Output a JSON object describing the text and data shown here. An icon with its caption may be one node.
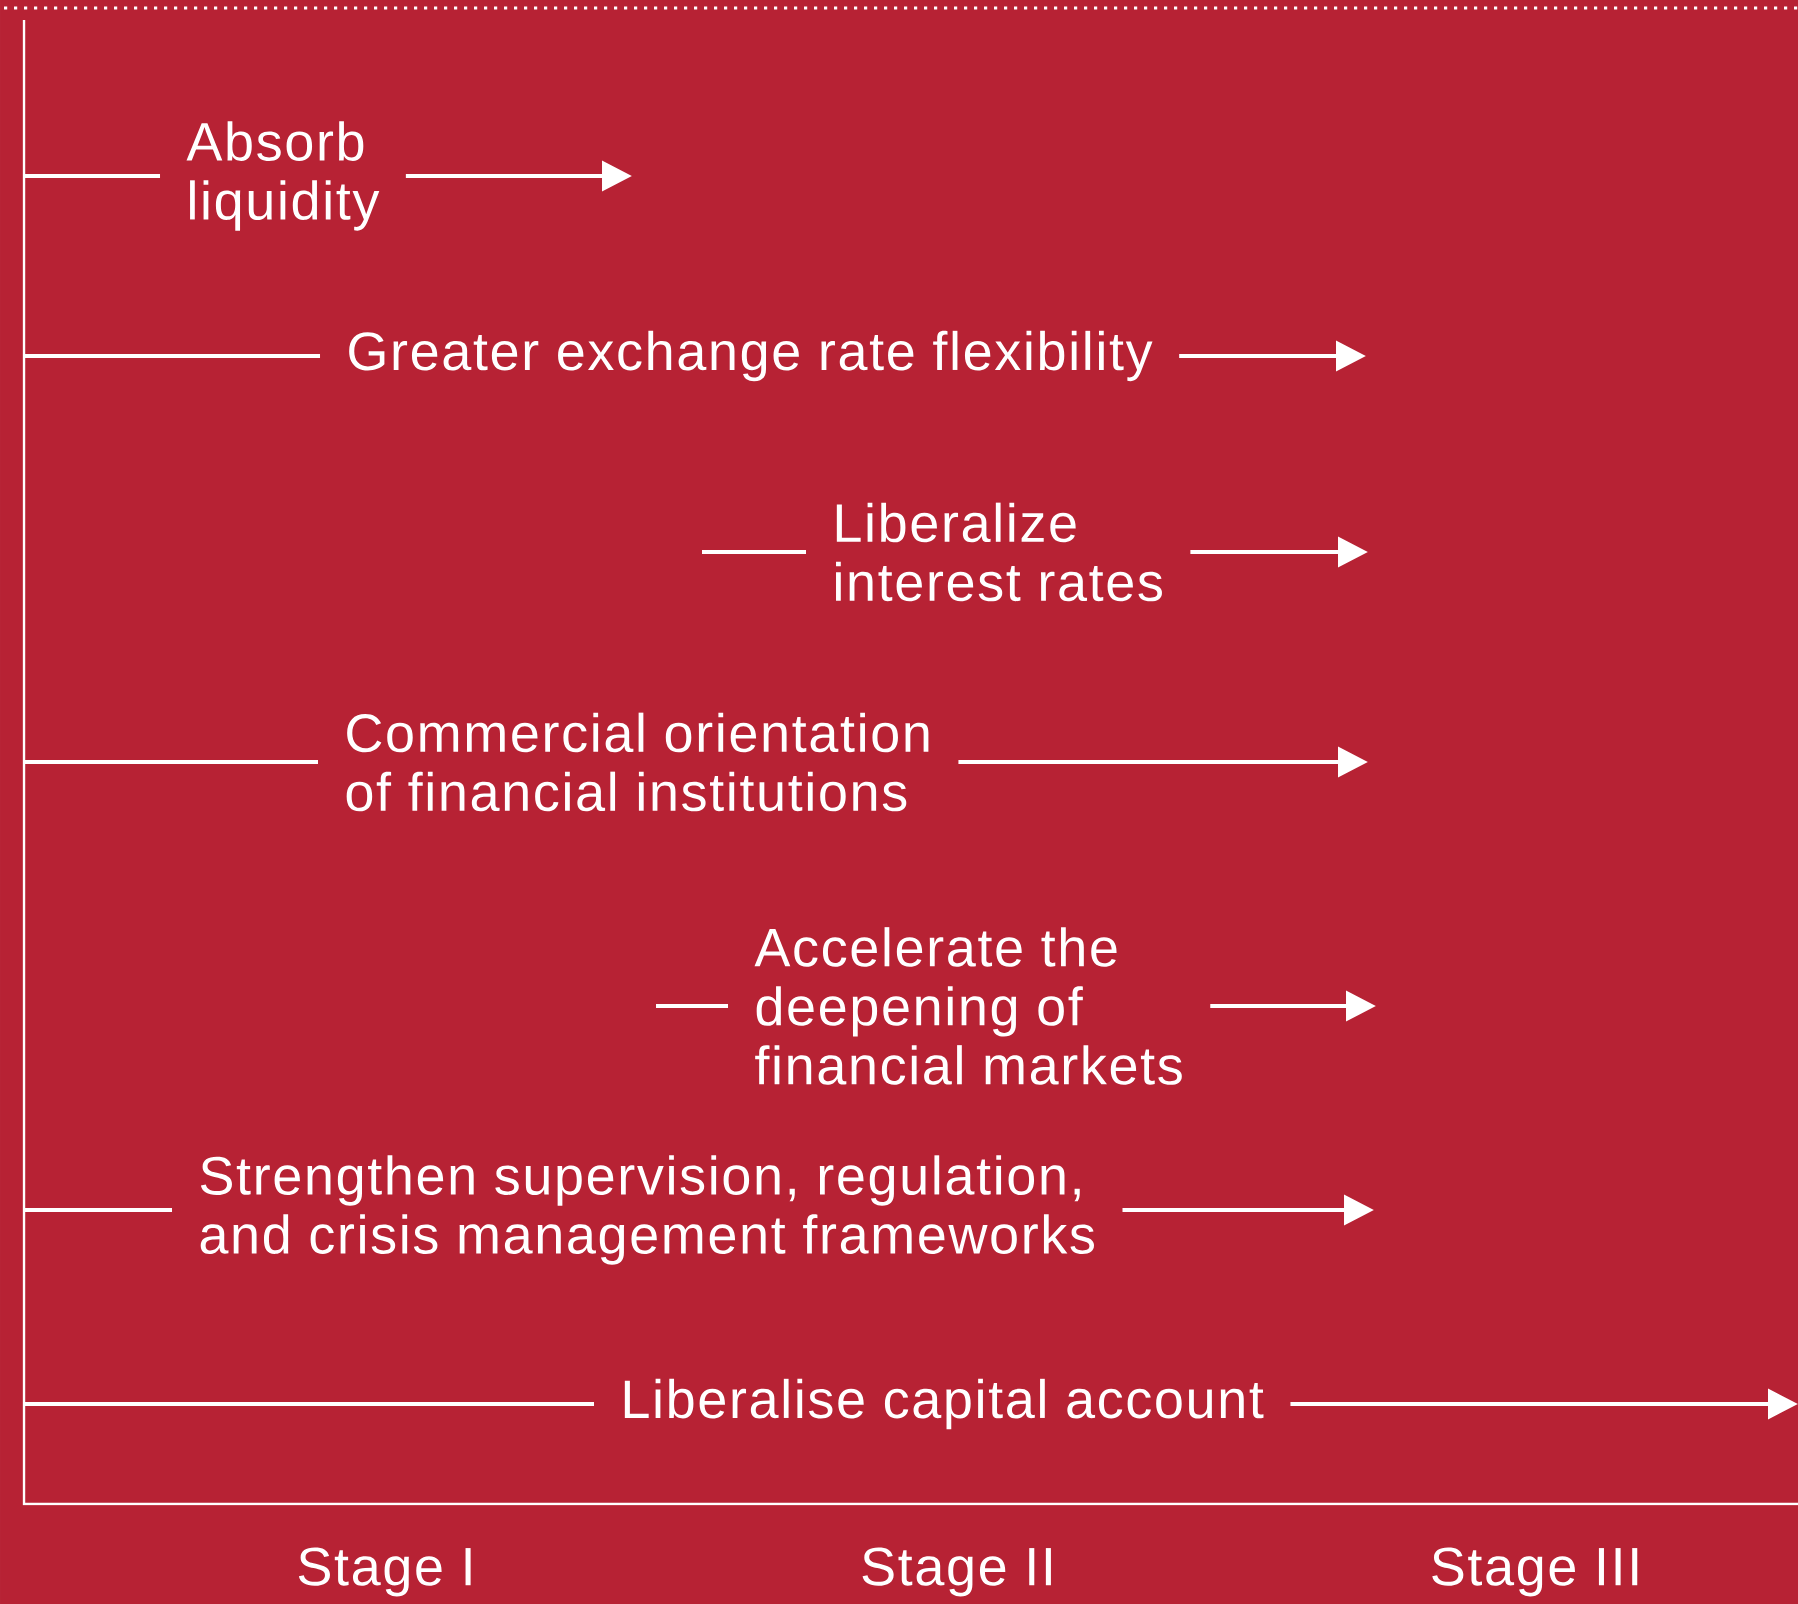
{
  "diagram": {
    "nodes": [
      {
        "text": [
          "Absorb liquidity"
        ]
      },
      {
        "text": [
          "Greater exchange rate flexibility"
        ]
      },
      {
        "text": [
          "Liberalize interest rates"
        ]
      },
      {
        "text": [
          "Commercial orientation of financial institutions"
        ]
      },
      {
        "text": [
          "Accelerate the deepening of financial markets"
        ]
      },
      {
        "text": [
          "Strengthen supervision, regulation, and crisis management frameworks"
        ]
      },
      {
        "text": [
          "Liberalise capital account"
        ]
      }
    ],
    "edges": [
      {
        "from": null,
        "to": 0,
        "arrow": "none"
      },
      {
        "from": 0,
        "to": null,
        "arrow": "to"
      },
      {
        "from": null,
        "to": 1,
        "arrow": "none"
      },
      {
        "from": 1,
        "to": null,
        "arrow": "to"
      },
      {
        "from": null,
        "to": 2,
        "arrow": "none"
      },
      {
        "from": 2,
        "to": null,
        "arrow": "to"
      },
      {
        "from": null,
        "to": 3,
        "arrow": "none"
      },
      {
        "from": 3,
        "to": null,
        "arrow": "to"
      },
      {
        "from": null,
        "to": 4,
        "arrow": "none"
      },
      {
        "from": 4,
        "to": null,
        "arrow": "to"
      },
      {
        "from": null,
        "to": 5,
        "arrow": "none"
      },
      {
        "from": 5,
        "to": null,
        "arrow": "to"
      },
      {
        "from": null,
        "to": 6,
        "arrow": "none"
      },
      {
        "from": 6,
        "to": null,
        "arrow": "to"
      }
    ],
    "labels": [
      "Stage I",
      "Stage II",
      "Stage III"
    ]
  }
}
